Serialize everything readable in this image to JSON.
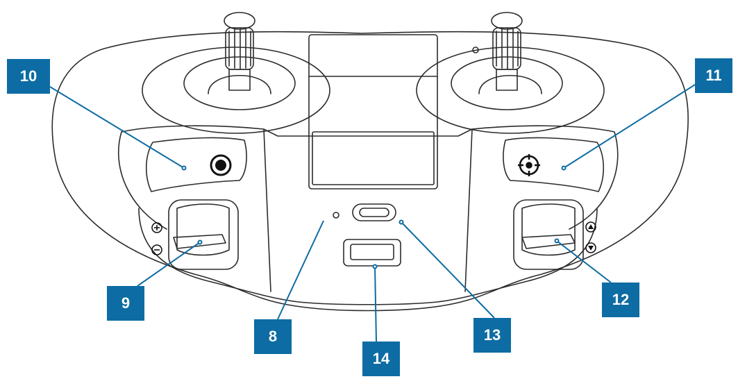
{
  "callouts": [
    {
      "id": "10",
      "label": "10"
    },
    {
      "id": "11",
      "label": "11"
    },
    {
      "id": "9",
      "label": "9"
    },
    {
      "id": "12",
      "label": "12"
    },
    {
      "id": "8",
      "label": "8"
    },
    {
      "id": "13",
      "label": "13"
    },
    {
      "id": "14",
      "label": "14"
    }
  ],
  "colors": {
    "callout_fill": "#0d6ca3",
    "callout_text": "#ffffff",
    "line_art": "#2b2b2b",
    "leader_line": "#0d6ca3"
  },
  "icons": [
    "record-button-icon",
    "gimbal-recenter-icon",
    "zoom-plus-icon",
    "zoom-minus-icon",
    "tilt-up-icon",
    "tilt-down-icon"
  ]
}
